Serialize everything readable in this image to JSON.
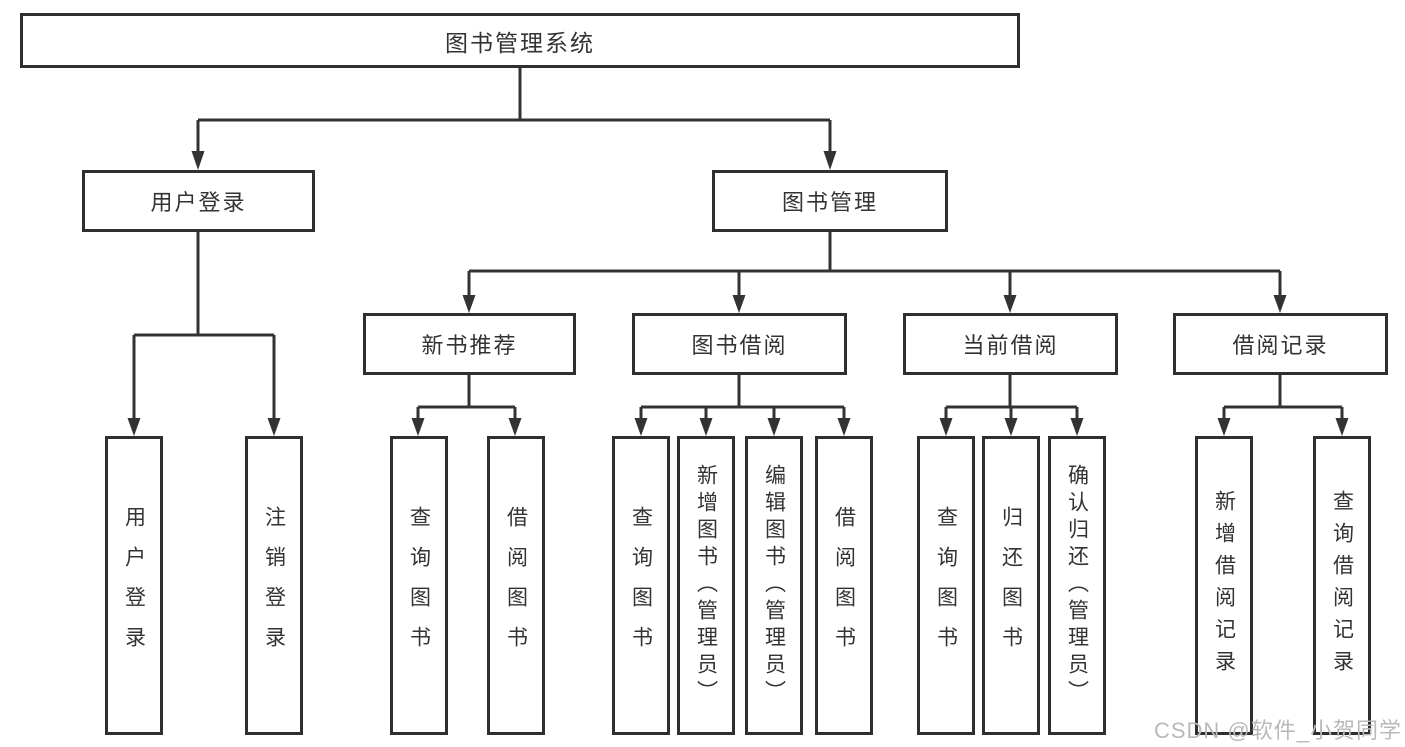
{
  "colors": {
    "line": "#333333",
    "box_border": "#2f2f2f",
    "text": "#333333",
    "watermark": "#b9b9b9",
    "background": "#ffffff"
  },
  "watermark": "CSDN @软件_小贺同学",
  "tree": {
    "root": "图书管理系统",
    "user_login_branch": {
      "label": "用户登录",
      "children": [
        "用户登录",
        "注销登录"
      ]
    },
    "book_mgmt_branch": {
      "label": "图书管理",
      "groups": [
        {
          "label": "新书推荐",
          "children": [
            "查询图书",
            "借阅图书"
          ]
        },
        {
          "label": "图书借阅",
          "children": [
            "查询图书",
            "新增图书（管理员）",
            "编辑图书（管理员）",
            "借阅图书"
          ]
        },
        {
          "label": "当前借阅",
          "children": [
            "查询图书",
            "归还图书",
            "确认归还（管理员）"
          ]
        },
        {
          "label": "借阅记录",
          "children": [
            "新增借阅记录",
            "查询借阅记录"
          ]
        }
      ]
    }
  }
}
